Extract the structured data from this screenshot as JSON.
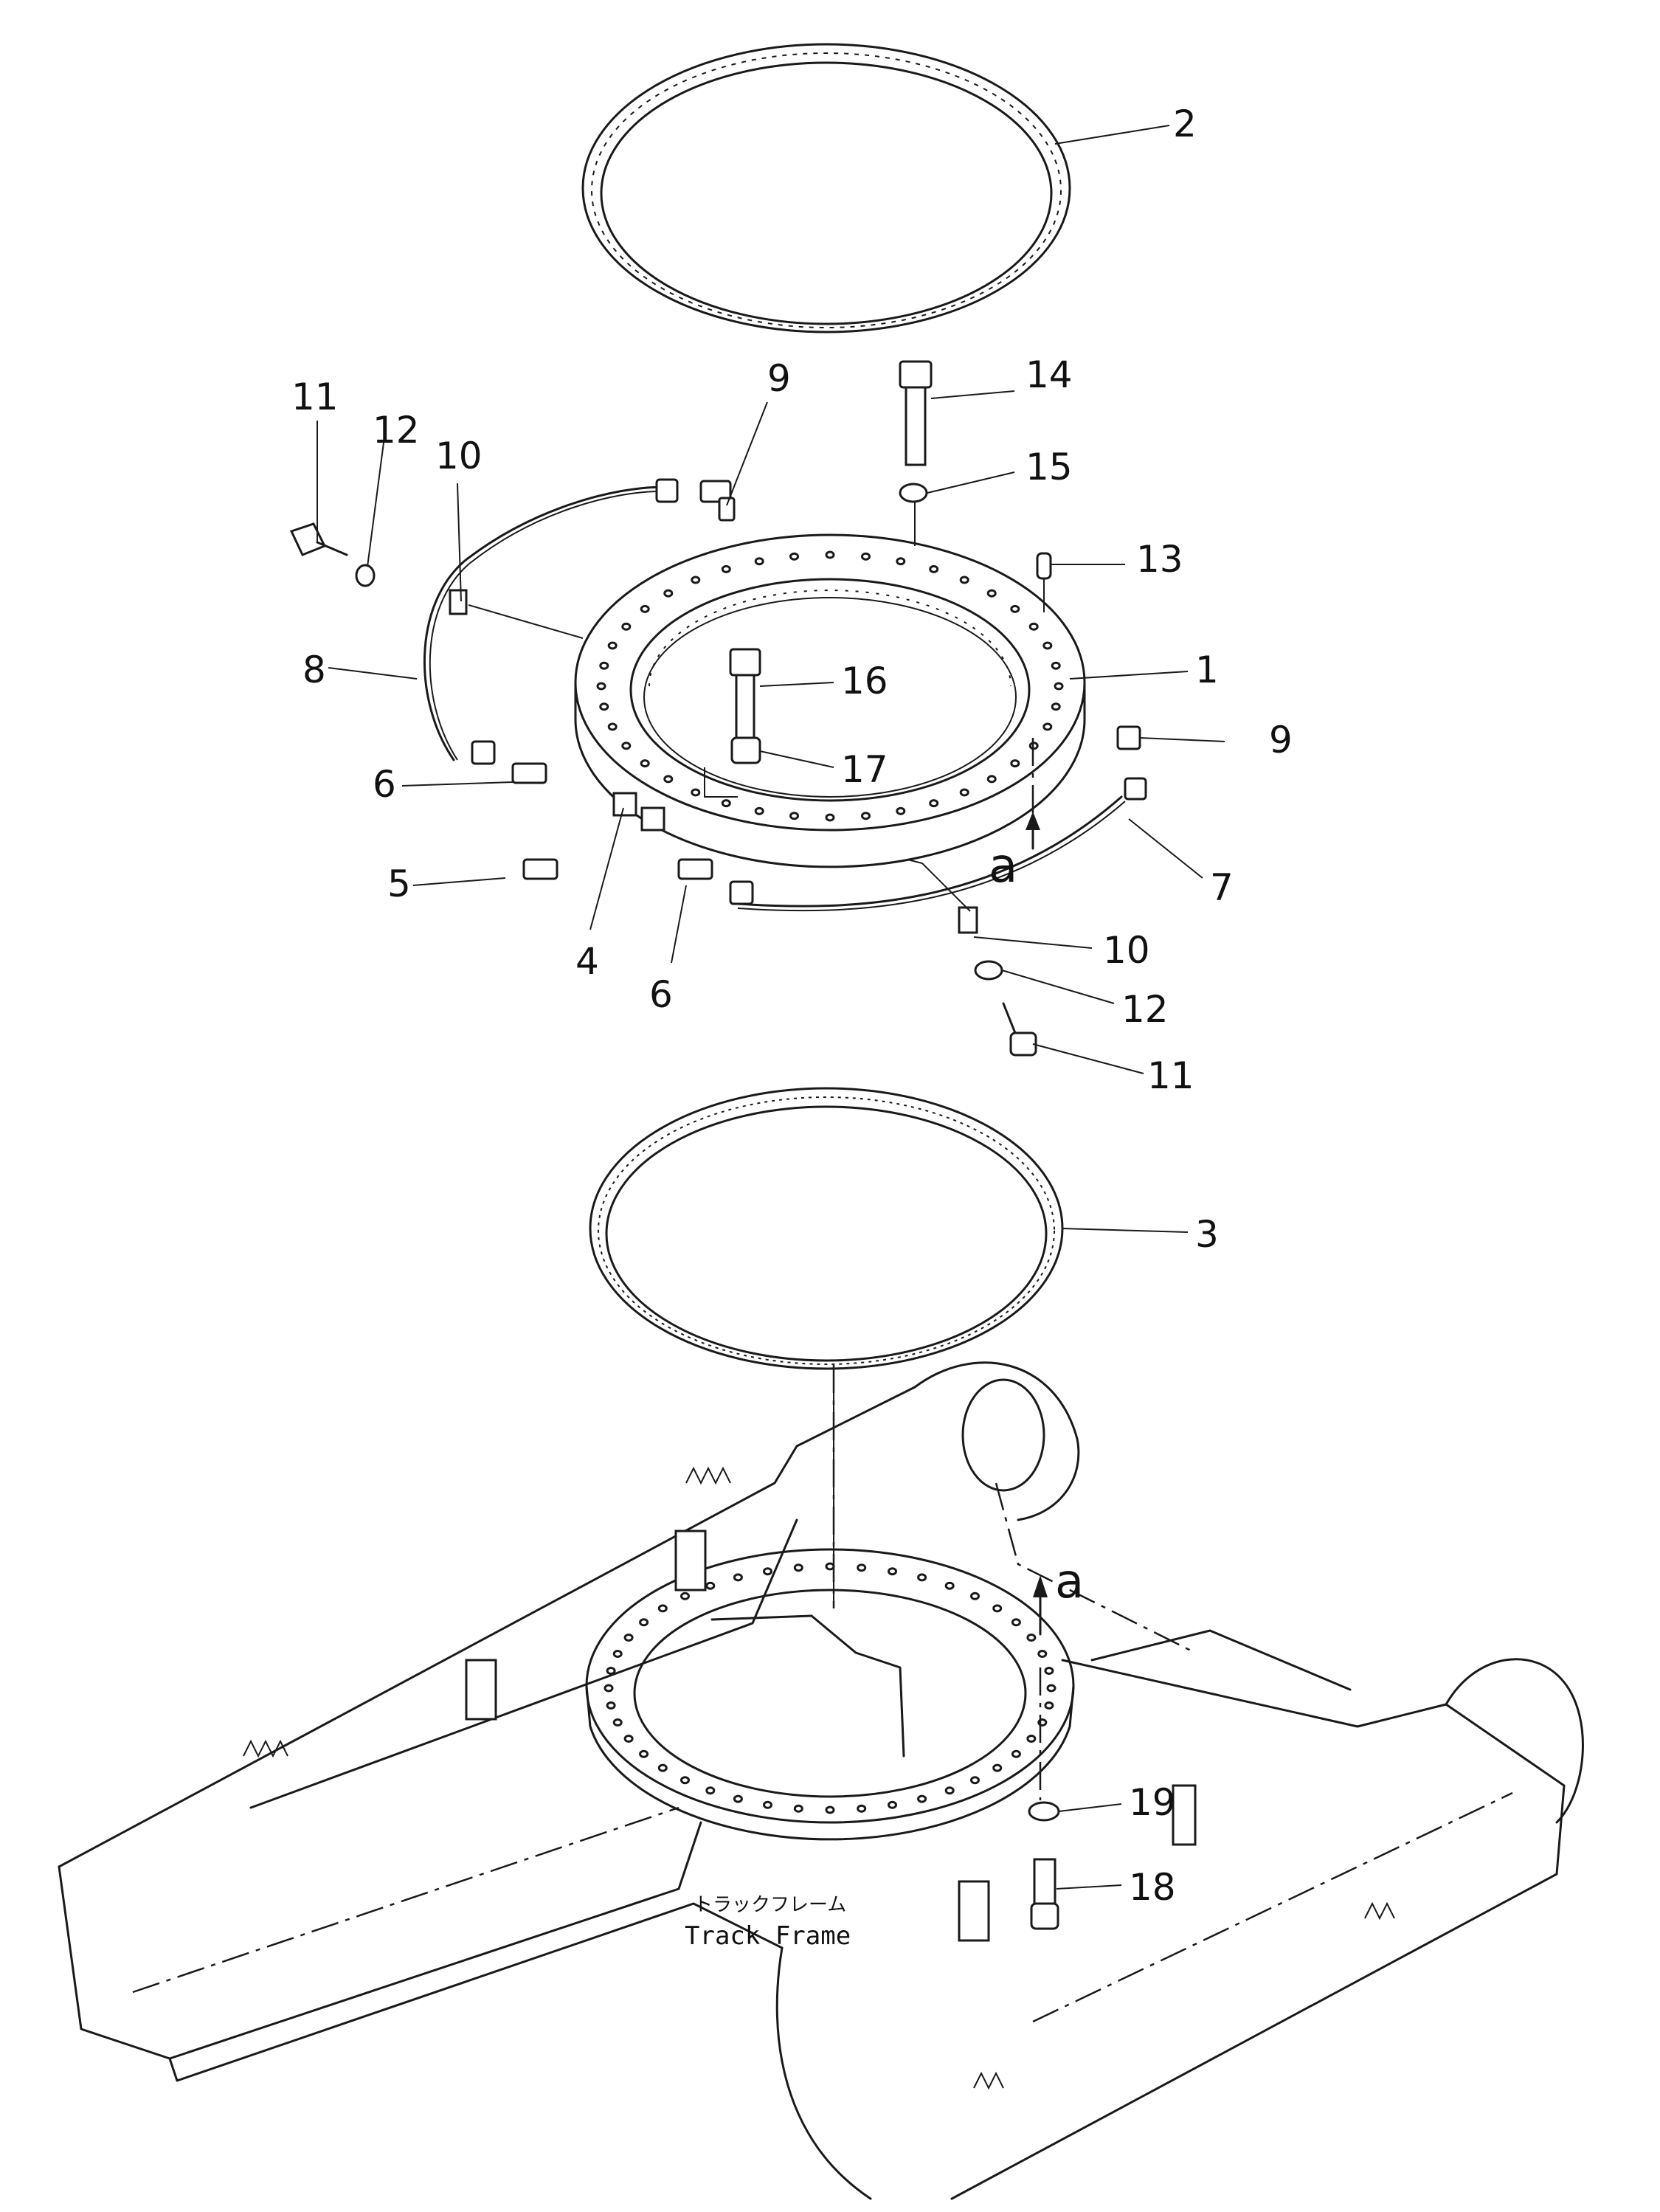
{
  "callouts": {
    "c1": "1",
    "c2": "2",
    "c3": "3",
    "c4": "4",
    "c5": "5",
    "c6a": "6",
    "c6b": "6",
    "c7": "7",
    "c8": "8",
    "c9a": "9",
    "c9b": "9",
    "c10a": "10",
    "c10b": "10",
    "c11a": "11",
    "c11b": "11",
    "c12a": "12",
    "c12b": "12",
    "c13": "13",
    "c14": "14",
    "c15": "15",
    "c16": "16",
    "c17": "17",
    "c18": "18",
    "c19": "19"
  },
  "arrow_labels": {
    "upper": "a",
    "lower": "a"
  },
  "caption": {
    "japanese": "トラックフレーム",
    "english": "Track Frame"
  }
}
